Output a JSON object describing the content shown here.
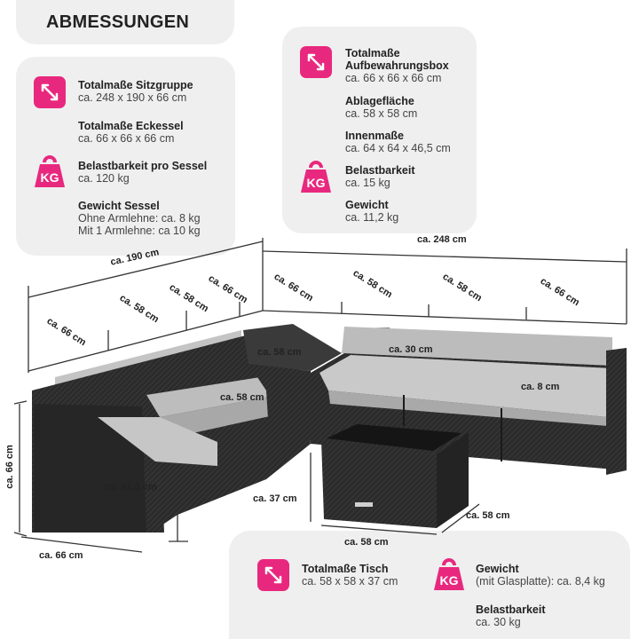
{
  "header": {
    "title": "ABMESSUNGEN"
  },
  "colors": {
    "accent": "#e8287e",
    "panel": "#efefef",
    "rattan": "#2a2a2a",
    "cushion": "#c9c9c9"
  },
  "left_specs": [
    {
      "icon": "diagonal-arrow-icon",
      "title": "Totalmaße Sitzgruppe",
      "value": "ca. 248 x 190 x 66 cm"
    },
    {
      "title": "Totalmaße Eckessel",
      "value": "ca. 66 x 66 x 66 cm"
    },
    {
      "icon": "weight-kg-icon",
      "icon_text": "KG",
      "title": "Belastbarkeit pro Sessel",
      "value": "ca. 120 kg"
    },
    {
      "title": "Gewicht Sessel",
      "value": "Ohne Armlehne: ca. 8 kg",
      "value2": "Mit 1 Armlehne: ca 10 kg"
    }
  ],
  "right_specs": [
    {
      "icon": "diagonal-arrow-icon",
      "title": "Totalmaße",
      "title2": "Aufbewahrungsbox",
      "value": "ca. 66 x 66 x 66 cm"
    },
    {
      "title": "Ablagefläche",
      "value": "ca. 58 x 58 cm"
    },
    {
      "title": "Innenmaße",
      "value": "ca. 64 x 64 x 46,5 cm"
    },
    {
      "icon": "weight-kg-icon",
      "icon_text": "KG",
      "title": "Belastbarkeit",
      "value": "ca. 15 kg"
    },
    {
      "title": "Gewicht",
      "value": "ca. 11,2 kg"
    }
  ],
  "bottom_specs": [
    {
      "icon": "diagonal-arrow-icon",
      "title": "Totalmaße Tisch",
      "value": "ca. 58 x 58 x 37 cm"
    },
    {
      "icon": "weight-kg-icon",
      "icon_text": "KG",
      "title": "Gewicht",
      "value": "(mit Glasplatte): ca. 8,4 kg"
    },
    {
      "title": "Belastbarkeit",
      "value": "ca. 30 kg"
    }
  ],
  "dimensions": {
    "total_width": "ca. 248 cm",
    "total_depth": "ca. 190 cm",
    "left_seg1": "ca. 66 cm",
    "left_seg2": "ca. 58 cm",
    "left_seg3": "ca. 58 cm",
    "left_seg4": "ca. 66 cm",
    "right_seg1": "ca. 66 cm",
    "right_seg2": "ca. 58 cm",
    "right_seg3": "ca. 58 cm",
    "right_seg4": "ca. 66 cm",
    "box_width": "ca. 58 cm",
    "box_height": "ca. 30 cm",
    "seat_depth": "ca. 58 cm",
    "cushion_height": "ca. 8 cm",
    "overall_height": "ca. 66 cm",
    "seat_height": "ca. 41,5 cm",
    "front_width": "ca. 66 cm",
    "table_height": "ca. 37 cm",
    "table_width": "ca. 58 cm",
    "table_depth": "ca. 58 cm"
  }
}
